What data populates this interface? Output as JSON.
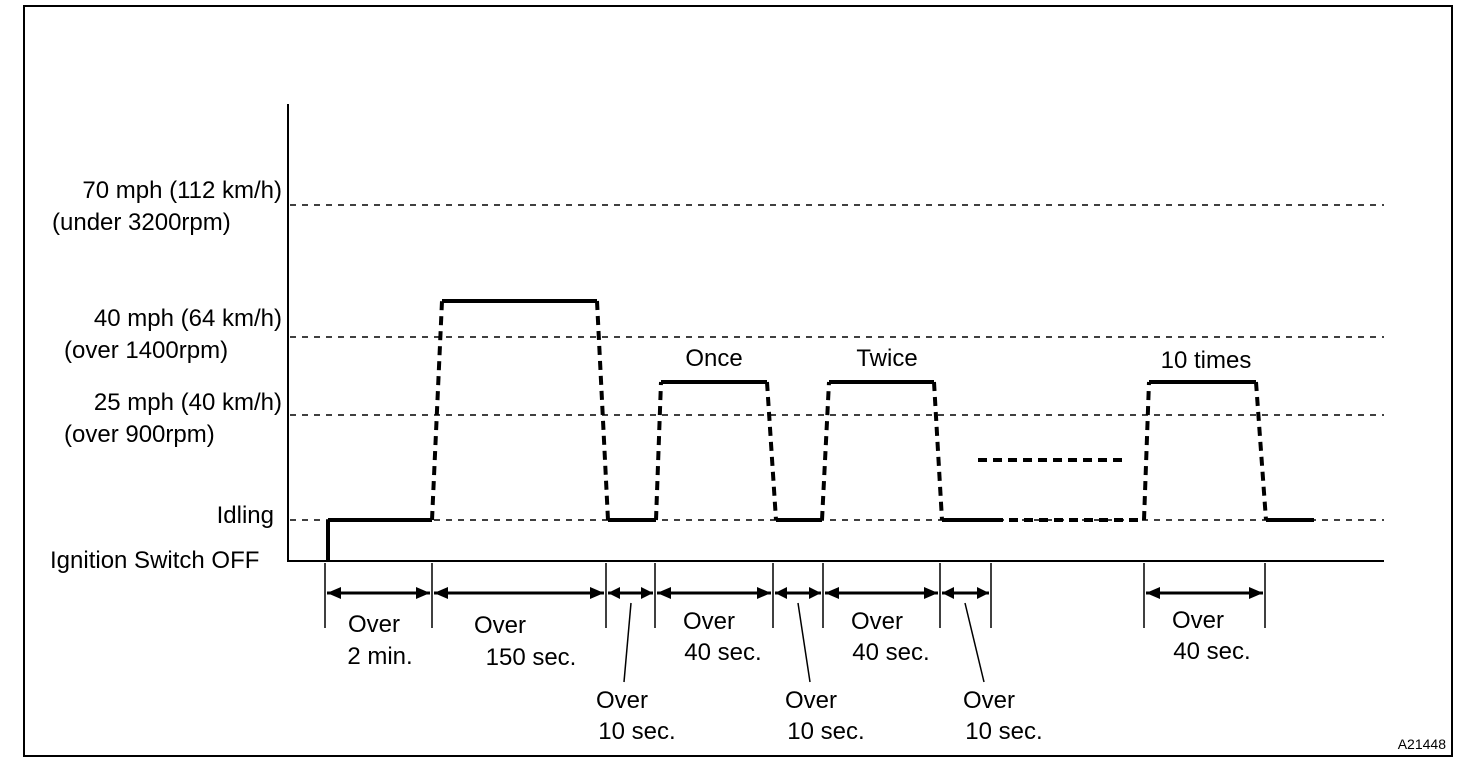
{
  "y_levels": {
    "speed_70": {
      "line1": "70 mph (112 km/h)",
      "line2": "(under 3200rpm)"
    },
    "speed_40": {
      "line1": "40 mph (64 km/h)",
      "line2": "(over 1400rpm)"
    },
    "speed_25": {
      "line1": "25 mph (40 km/h)",
      "line2": "(over 900rpm)"
    },
    "idling": "Idling",
    "ignition_off": "Ignition Switch OFF"
  },
  "cycle_labels": {
    "once": "Once",
    "twice": "Twice",
    "ten_times": "10 times"
  },
  "interval_labels": {
    "over_2_min": {
      "line1": "Over",
      "line2": "2 min."
    },
    "over_150_sec": {
      "line1": "Over",
      "line2": "150 sec."
    },
    "over_40_sec_1": {
      "line1": "Over",
      "line2": "40 sec."
    },
    "over_40_sec_2": {
      "line1": "Over",
      "line2": "40 sec."
    },
    "over_40_sec_3": {
      "line1": "Over",
      "line2": "40 sec."
    },
    "over_10_sec_1": {
      "line1": "Over",
      "line2": "10 sec."
    },
    "over_10_sec_2": {
      "line1": "Over",
      "line2": "10 sec."
    },
    "over_10_sec_3": {
      "line1": "Over",
      "line2": "10 sec."
    }
  },
  "figure_code": "A21448"
}
